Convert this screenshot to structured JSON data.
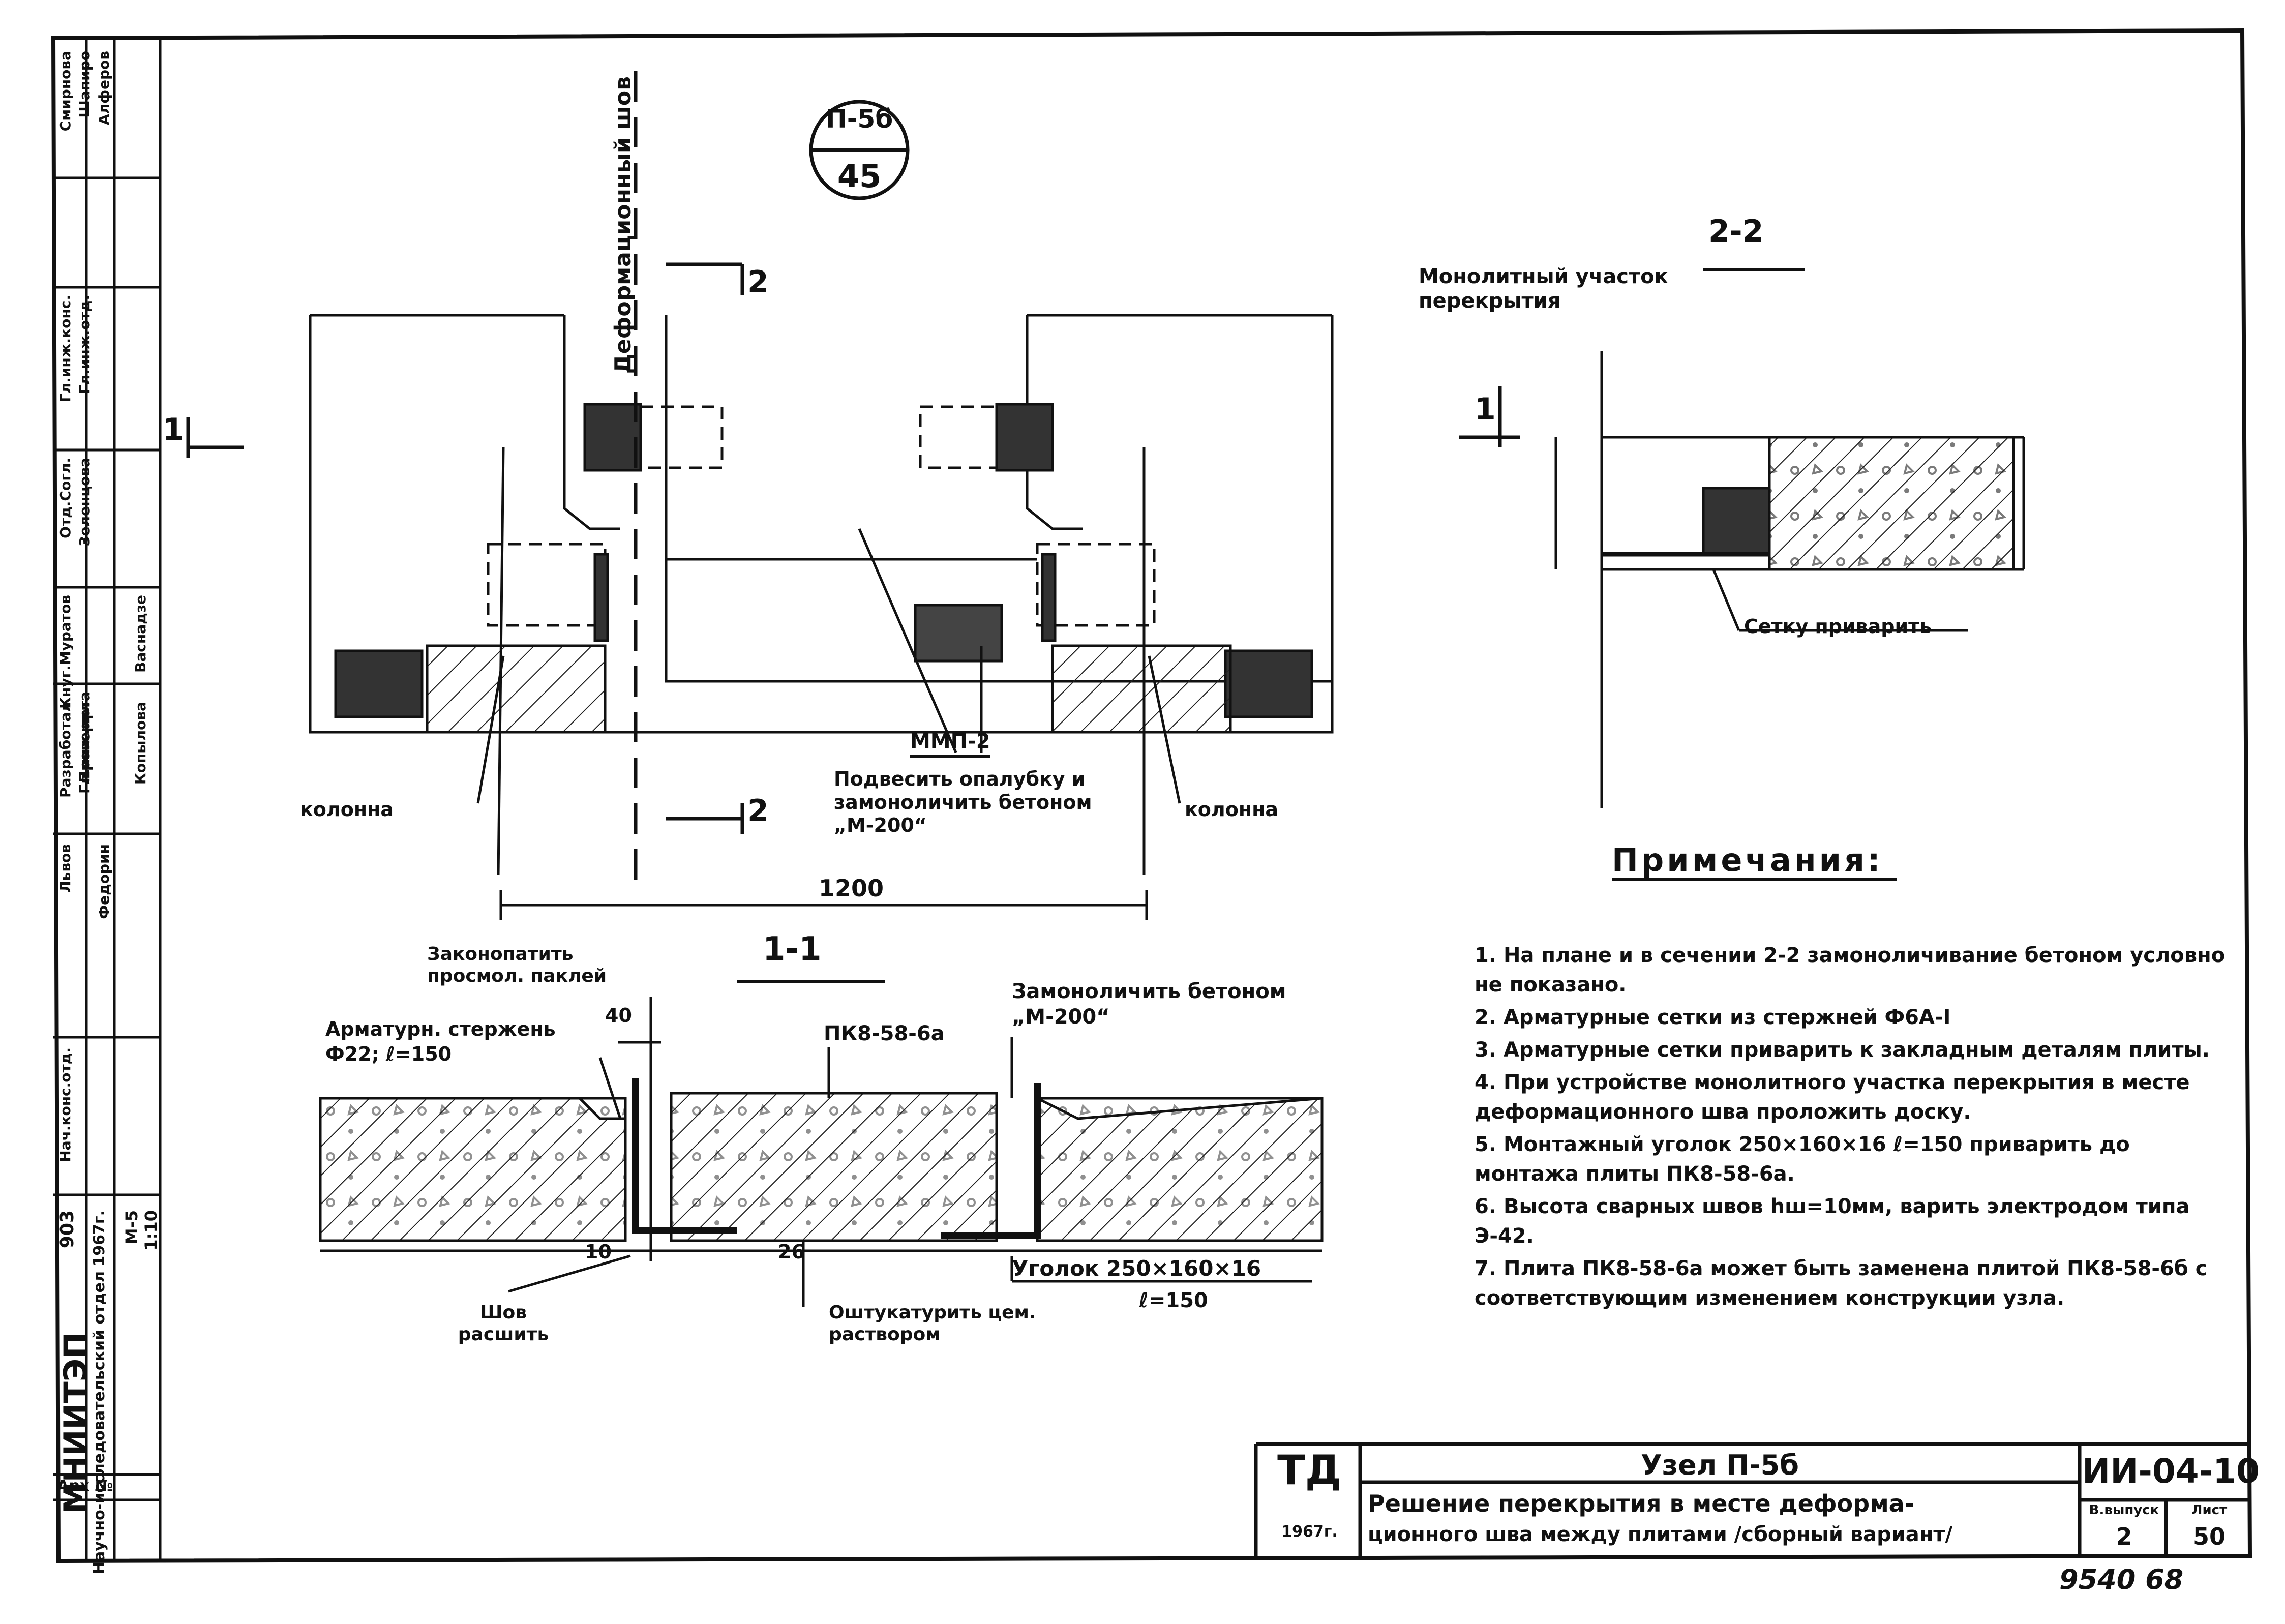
{
  "sheet_mark": {
    "top": "П-5б",
    "bottom": "45"
  },
  "labels": {
    "joint": "Деформационный шов",
    "section_mark": "2",
    "section_mark_1": "1",
    "column_left": "колонна",
    "column_right": "колонна",
    "mmp": "ММП-2",
    "formwork_note": "Подвесить опалубку и замоноличить бетоном „М-200“",
    "dim_1200": "1200",
    "monolith_area": "Монолитный участок перекрытия",
    "weld_mesh": "Сетку приварить",
    "section_2_2": "2-2",
    "section_1_1": "1-1",
    "caulk": "Законопатить просмол. паклей",
    "rebar": "Арматурн. стержень Ф22; ℓ=150",
    "dim_40": "40",
    "dim_10": "10",
    "dim_26": "26",
    "slab_mark": "ПК8-58-6а",
    "monolith_concrete": "Замоноличить бетоном „М-200“",
    "angle": "Уголок 250×160×16",
    "angle_len": "ℓ=150",
    "seam": "Шов расшить",
    "plaster": "Оштукатурить цем. раствором"
  },
  "notes": {
    "title": "Примечания:",
    "items": [
      "1. На плане и в сечении 2-2 замоноличивание бетоном условно не показано.",
      "2. Арматурные сетки из стержней Ф6А-I",
      "3. Арматурные сетки приварить к закладным деталям плиты.",
      "4. При устройстве монолитного участка перекрытия в месте деформационного шва проложить доску.",
      "5. Монтажный уголок 250×160×16 ℓ=150 приварить до монтажа плиты ПК8-58-6а.",
      "6. Высота сварных швов hш=10мм, варить электродом типа Э-42.",
      "7. Плита ПК8-58-6а может быть заменена плитой ПК8-58-6б с соответствующим изменением конструкции узла."
    ]
  },
  "title_block": {
    "td": "ТД",
    "year": "1967г.",
    "title": "Узел П-5б",
    "subtitle_1": "Решение перекрытия в месте деформа-",
    "subtitle_2": "ционного шва между плитами /сборный вариант/",
    "code": "ИИ-04-10",
    "issue_label": "В.выпуск",
    "issue": "2",
    "sheet_label": "Лист",
    "sheet": "50"
  },
  "side_stamp": {
    "org": "МНИИТЭП",
    "dept": "Научно-исследовательский отдел",
    "arch": "Арх №",
    "num": "903",
    "year": "1967г.",
    "scale": "М-5",
    "scale2": "1:10",
    "roles": [
      "Нач.конс.отд.",
      "Гл.инж.конс.",
      "Гл.инж.отд.",
      "Отд.Согл.",
      "Кнуг.Муратов",
      "Гл.инж.прта",
      "Разработал",
      "Проверил"
    ],
    "names": [
      "Смирнова",
      "Шапиро",
      "Алферов",
      "Зеленцова",
      "Васнадзе",
      "Копылова",
      "Федорин",
      "Львов"
    ]
  },
  "footer_num": "9540 68"
}
